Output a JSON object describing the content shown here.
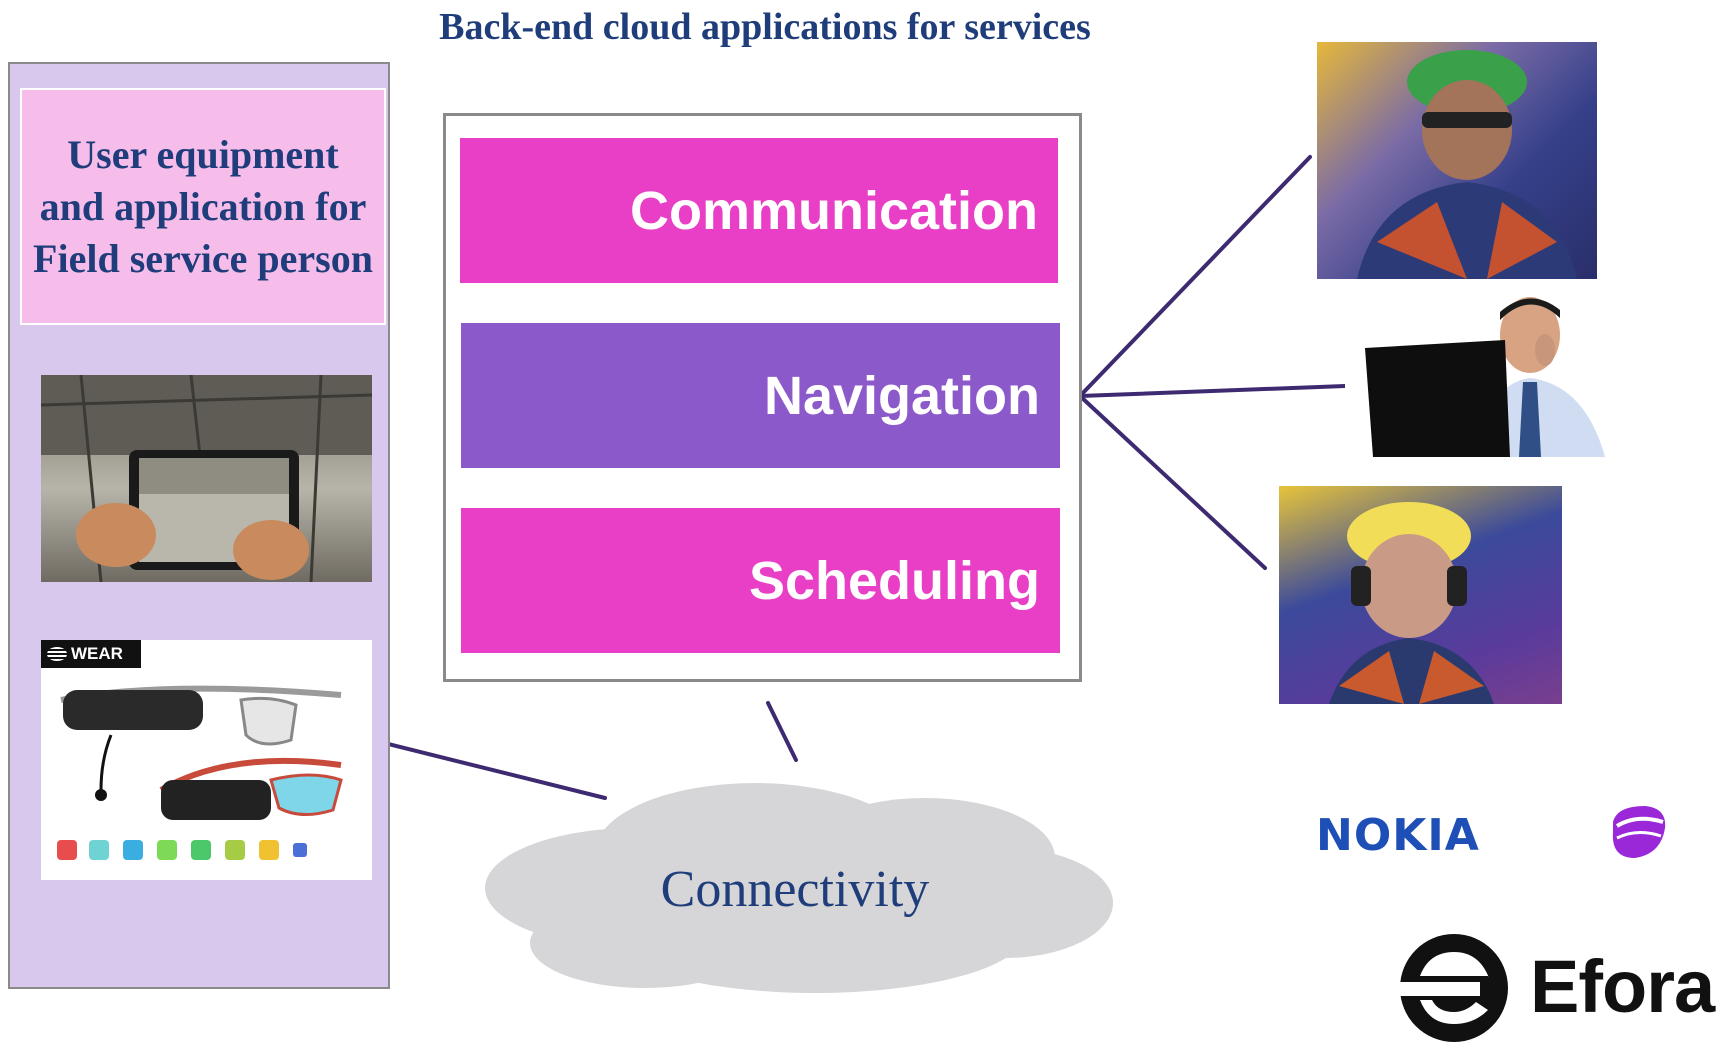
{
  "header": {
    "title": "Back-end cloud applications for services"
  },
  "left_panel": {
    "title": "User equipment and application for Field service person"
  },
  "services": [
    {
      "label": "Communication",
      "color": "#e93ec6"
    },
    {
      "label": "Navigation",
      "color": "#8b59c9"
    },
    {
      "label": "Scheduling",
      "color": "#e93ec6"
    }
  ],
  "connectivity": {
    "label": "Connectivity"
  },
  "glasses": {
    "brand": "WEAR"
  },
  "logos": {
    "nokia": "NOKIA",
    "efora": "Efora"
  },
  "colors": {
    "text_navy": "#1f3d7a",
    "line": "#3d2a70",
    "panel": "#d9c8ee",
    "title_box": "#f7bdea",
    "cloud": "#d6d6d8"
  }
}
